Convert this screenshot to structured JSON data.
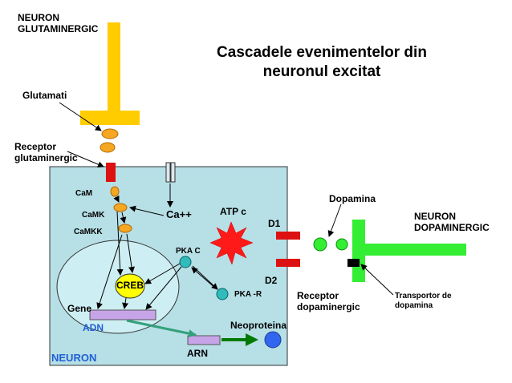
{
  "title": {
    "line1": "Cascadele evenimentelor din",
    "line2": "neuronul excitat"
  },
  "labels": {
    "neuron_glutaminergic": [
      "NEURON",
      "GLUTAMINERGIC"
    ],
    "glutamati": "Glutamati",
    "receptor_glutaminergic": [
      "Receptor",
      "glutaminergic"
    ],
    "cam": "CaM",
    "camk": "CaMK",
    "camkk": "CaMKK",
    "ca": "Ca++",
    "atp_c": "ATP c",
    "pka_c": "PKA C",
    "pka_r": "PKA -R",
    "creb": "CREB",
    "gene": "Gene",
    "adn": "ADN",
    "arn": "ARN",
    "neoproteina": "Neoproteina",
    "neuron": "NEURON",
    "d1": "D1",
    "d2": "D2",
    "dopamina": "Dopamina",
    "receptor_dopaminergic": [
      "Receptor",
      "dopaminergic"
    ],
    "neuron_dopaminergic": [
      "NEURON",
      "DOPAMINERGIC"
    ],
    "transportor_dopamina": [
      "Transportor de",
      "dopamina"
    ]
  },
  "colors": {
    "glutamate_terminal": "#ffcc00",
    "dopamine_terminal": "#33ee33",
    "cell_body": "#b7dfe6",
    "nucleus": "#cdeef2",
    "receptor": "#dd1111",
    "vesicle": "#f5a623",
    "creb": "#ffff00",
    "pka": "#33bbbb",
    "atp_burst": "#ff1a1a",
    "gene_bar": "#c7a4e8",
    "neoprotein": "#3366ee",
    "dark_green_arrow": "#007a00",
    "teal_arrow": "#33a07a",
    "title_text": "#000000",
    "blue_text": "#1f5fd6"
  }
}
